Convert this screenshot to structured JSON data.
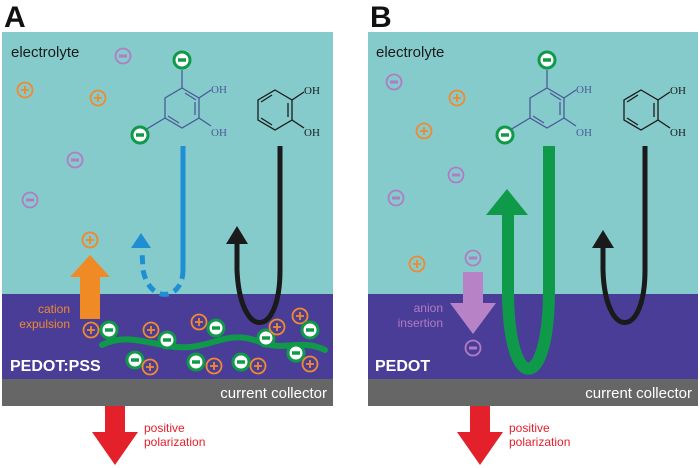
{
  "figure": {
    "panels": [
      {
        "id": "A",
        "label": "A",
        "electrolyte_label": "electrolyte",
        "layer_label": "PEDOT:PSS",
        "collector_label": "current collector",
        "polarization_label_line1": "positive",
        "polarization_label_line2": "polarization",
        "ion_flow_label_line1": "cation",
        "ion_flow_label_line2": "expulsion",
        "molecule_1_oh_top": "OH",
        "molecule_1_oh_bottom": "OH",
        "molecule_2_oh_top": "OH",
        "molecule_2_oh_bottom": "OH"
      },
      {
        "id": "B",
        "label": "B",
        "electrolyte_label": "electrolyte",
        "layer_label": "PEDOT",
        "collector_label": "current collector",
        "polarization_label_line1": "positive",
        "polarization_label_line2": "polarization",
        "ion_flow_label_line1": "anion",
        "ion_flow_label_line2": "insertion",
        "molecule_1_oh_top": "OH",
        "molecule_1_oh_bottom": "OH",
        "molecule_2_oh_top": "OH",
        "molecule_2_oh_bottom": "OH"
      }
    ],
    "ion_symbols": {
      "cation": "+",
      "anion": "−"
    },
    "colors": {
      "electrolyte": "#86cbcc",
      "polymer_layer": "#4a3d97",
      "collector": "#666666",
      "cation": "#ee8a30",
      "anion_free": "#b07cc4",
      "anion_bound": "#0f9a4a",
      "pss_chain": "#0f9a4a",
      "pyrogallol_path": "#1f8fd4",
      "catechol_path": "#1a1a1a",
      "cation_arrow": "#f08a24",
      "anion_arrow": "#b883c6",
      "polarization_arrow": "#e4202a",
      "molecule_bonds": "#4a5a96"
    }
  }
}
